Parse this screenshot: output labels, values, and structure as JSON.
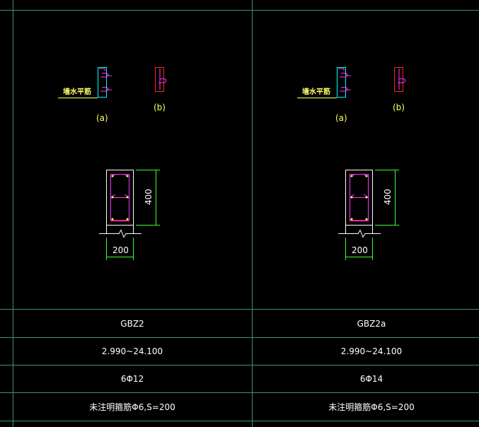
{
  "colors": {
    "background": "#000000",
    "grid_line": "#3f8f7f",
    "white": "#ffffff",
    "yellow": "#ffff66",
    "cyan": "#00ffff",
    "magenta": "#ff33ff",
    "red": "#ff2222",
    "green": "#33ff33"
  },
  "columns": [
    {
      "label_a": "(a)",
      "label_b": "(b)",
      "rebar_note": "墙水平筋",
      "dim_height": "400",
      "dim_width": "200",
      "name": "GBZ2",
      "elevation": "2.990~24.100",
      "longitudinal": "6Φ12",
      "stirrup": "未注明箍筋Φ6,S=200"
    },
    {
      "label_a": "(a)",
      "label_b": "(b)",
      "rebar_note": "墙水平筋",
      "dim_height": "400",
      "dim_width": "200",
      "name": "GBZ2a",
      "elevation": "2.990~24.100",
      "longitudinal": "6Φ14",
      "stirrup": "未注明箍筋Φ6,S=200"
    }
  ]
}
